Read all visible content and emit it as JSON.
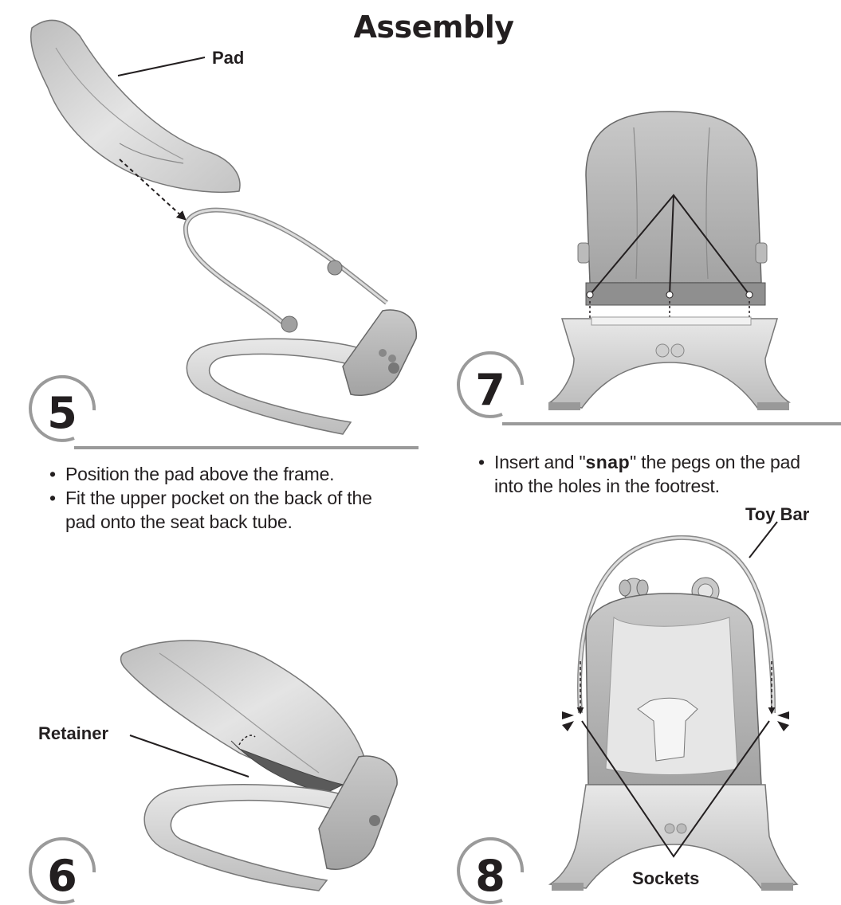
{
  "title": "Assembly",
  "labels": {
    "pad": "Pad",
    "retainer": "Retainer",
    "toy_bar": "Toy Bar",
    "sockets": "Sockets"
  },
  "steps": [
    {
      "number": "5",
      "bullets": [
        {
          "line1": "Position the pad above the frame."
        },
        {
          "line1": "Fit the upper pocket on the back of the",
          "line2": "pad onto the seat back tube."
        }
      ]
    },
    {
      "number": "6",
      "bullets": []
    },
    {
      "number": "7",
      "bullets": [
        {
          "pre": "Insert and \"",
          "bold": "snap",
          "post": "\" the pegs on the pad",
          "line2": "into the holes in the footrest."
        }
      ]
    },
    {
      "number": "8",
      "bullets": []
    }
  ],
  "colors": {
    "ink": "#231f20",
    "rule": "#9a9a9a",
    "illustration_fill": "#d9d9d9",
    "illustration_shade": "#a9a9a9"
  },
  "icons": [
    "bullet-dot",
    "dashed-arrow",
    "snap-burst"
  ]
}
